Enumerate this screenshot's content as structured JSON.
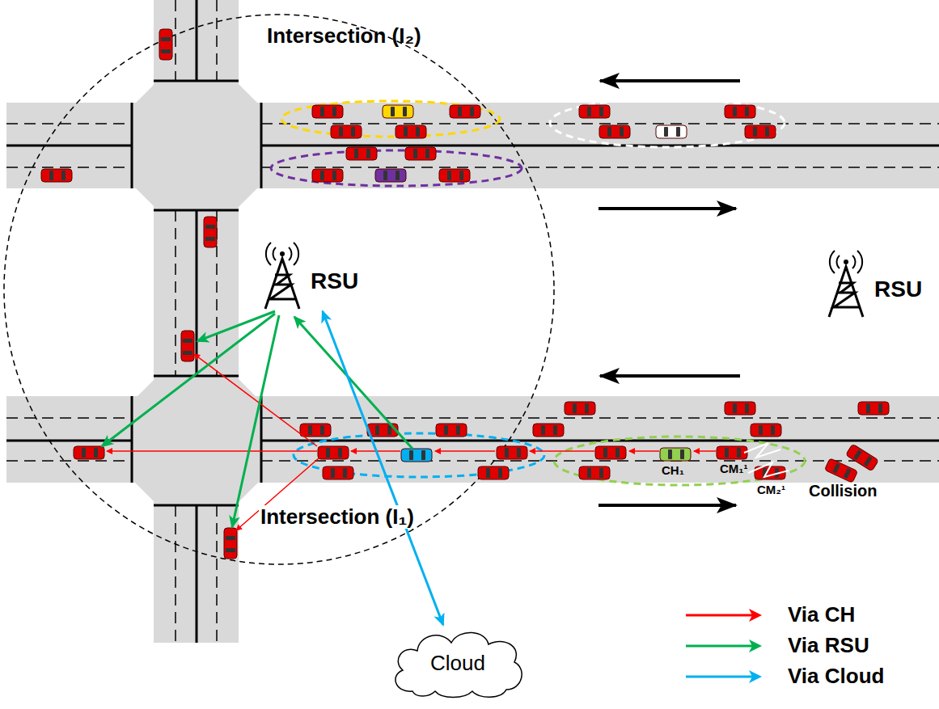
{
  "diagram": {
    "nodes": [
      {
        "text": [
          "RSU"
        ]
      },
      {
        "text": [
          "RSU"
        ]
      },
      {
        "text": [
          "Cloud"
        ]
      }
    ],
    "edges": [
      {
        "from": 2,
        "to": 0,
        "arrow": "both"
      }
    ],
    "labels": [
      "Intersection (I₂)",
      "Intersection (I₁)",
      "CH₁",
      "CM₁¹",
      "CM₂¹",
      "Collision"
    ],
    "legend": [
      {
        "text": "Via CH"
      },
      {
        "text": "Via RSU"
      },
      {
        "text": "Via Cloud"
      }
    ]
  }
}
